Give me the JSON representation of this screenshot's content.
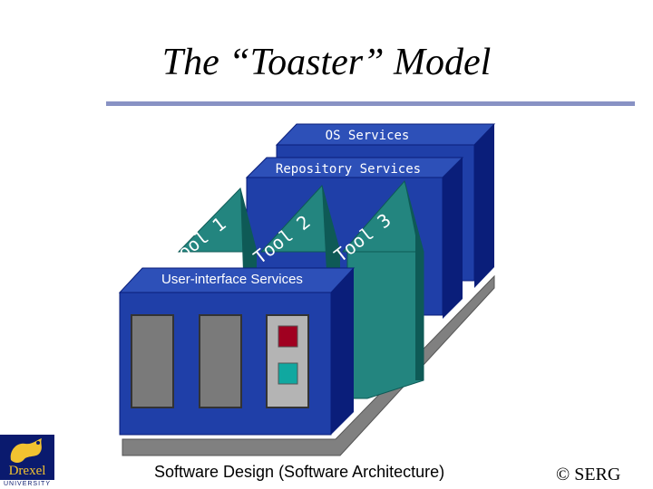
{
  "title": "The “Toaster” Model",
  "diagram": {
    "os_label": "OS Services",
    "repo_label": "Repository Services",
    "ui_label": "User-interface Services",
    "tools": [
      "Tool 1",
      "Tool 2",
      "Tool 3"
    ]
  },
  "footer": {
    "course": "Software Design (Software Architecture)",
    "copyright": "© SERG"
  },
  "logo": {
    "name": "Drexel",
    "subtitle": "UNIVERSITY"
  },
  "colors": {
    "block_front": "#1f3fa8",
    "block_top": "#2d50b8",
    "block_side": "#0a1e7a",
    "tool": "#23857f",
    "tool_dark": "#0e5a56",
    "base": "#808080",
    "slot": "#7a7a7a",
    "indicator_red": "#a00020",
    "indicator_teal": "#10a8a0"
  }
}
